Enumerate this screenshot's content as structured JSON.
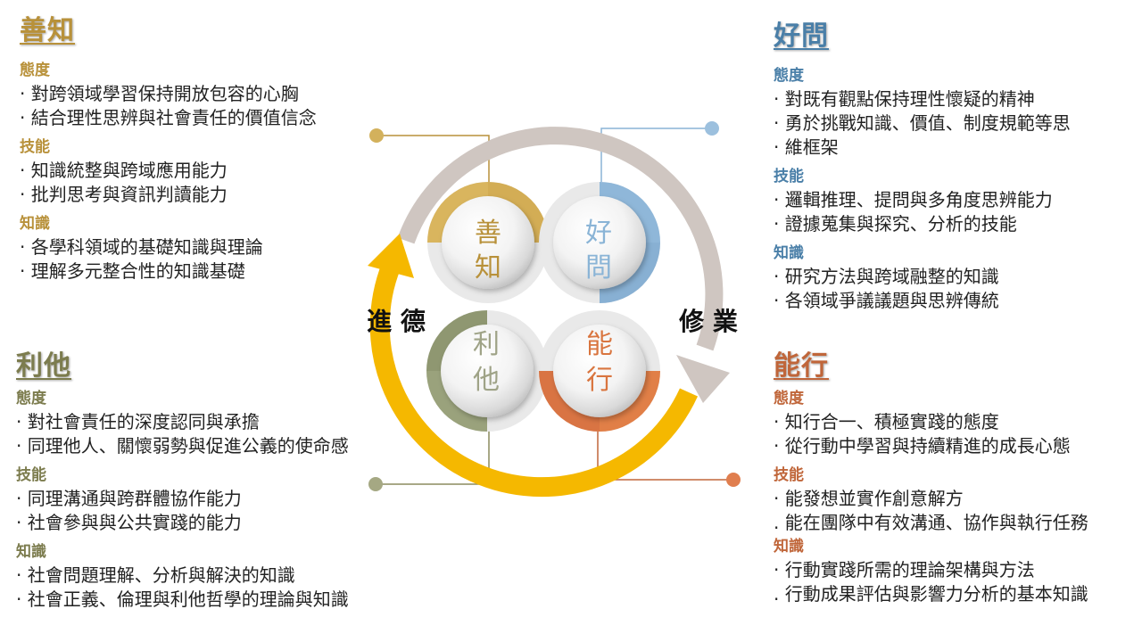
{
  "colors": {
    "shanzhi": "#b8913a",
    "haowen": "#4a7fa8",
    "lita": "#7c7c4e",
    "nengxing": "#c0663a",
    "ring_gray": "#cfc6c1",
    "ring_yellow": "#f5b800"
  },
  "center": {
    "left_label": "進 德",
    "right_label": "修 業",
    "circles": [
      {
        "line1": "善",
        "line2": "知"
      },
      {
        "line1": "好",
        "line2": "問"
      },
      {
        "line1": "利",
        "line2": "他"
      },
      {
        "line1": "能",
        "line2": "行"
      }
    ]
  },
  "panels": {
    "shanzhi": {
      "title": "善知",
      "attitude_label": "態度",
      "attitude": [
        "對跨領域學習保持開放包容的心胸",
        "結合理性思辨與社會責任的價值信念"
      ],
      "skill_label": "技能",
      "skill": [
        "知識統整與跨域應用能力",
        "批判思考與資訊判讀能力"
      ],
      "knowledge_label": "知識",
      "knowledge": [
        "各學科領域的基礎知識與理論",
        "理解多元整合性的知識基礎"
      ]
    },
    "lita": {
      "title": "利他",
      "attitude_label": "態度",
      "attitude": [
        "對社會責任的深度認同與承擔",
        "同理他人、關懷弱勢與促進公義的使命感"
      ],
      "skill_label": "技能",
      "skill": [
        "同理溝通與跨群體協作能力",
        "社會參與與公共實踐的能力"
      ],
      "knowledge_label": "知識",
      "knowledge": [
        "社會問題理解、分析與解決的知識",
        "社會正義、倫理與利他哲學的理論與知識"
      ]
    },
    "haowen": {
      "title": "好問",
      "attitude_label": "態度",
      "attitude": [
        "對既有觀點保持理性懷疑的精神",
        "勇於挑戰知識、價值、制度規範等思",
        "維框架"
      ],
      "skill_label": "技能",
      "skill": [
        "邏輯推理、提問與多角度思辨能力",
        "證據蒐集與探究、分析的技能"
      ],
      "knowledge_label": "知識",
      "knowledge": [
        "研究方法與跨域融整的知識",
        "各領域爭議議題與思辨傳統"
      ]
    },
    "nengxing": {
      "title": "能行",
      "attitude_label": "態度",
      "attitude": [
        "知行合一、積極實踐的態度",
        "從行動中學習與持續精進的成長心態"
      ],
      "skill_label": "技能",
      "skill": [
        "能發想並實作創意解方",
        "能在團隊中有效溝通、協作與執行任務"
      ],
      "knowledge_label": "知識",
      "knowledge": [
        "行動實踐所需的理論架構與方法",
        "行動成果評估與影響力分析的基本知識"
      ]
    }
  }
}
